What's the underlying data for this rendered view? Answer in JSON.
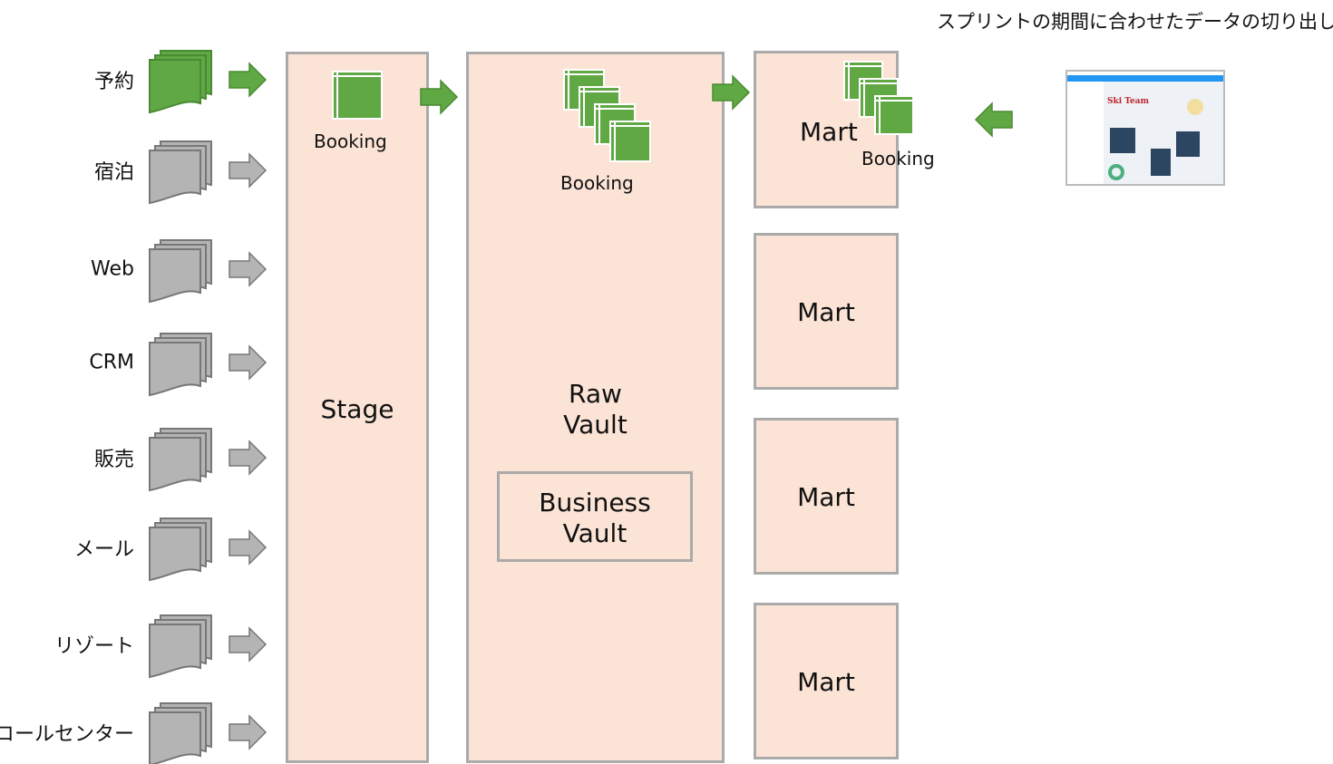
{
  "title": "スプリントの期間に合わせたデータの切り出し",
  "sources": [
    {
      "label": "予約",
      "highlighted": true
    },
    {
      "label": "宿泊",
      "highlighted": false
    },
    {
      "label": "Web",
      "highlighted": false
    },
    {
      "label": "CRM",
      "highlighted": false
    },
    {
      "label": "販売",
      "highlighted": false
    },
    {
      "label": "メール",
      "highlighted": false
    },
    {
      "label": "リゾート",
      "highlighted": false
    },
    {
      "label": "コールセンター",
      "highlighted": false
    }
  ],
  "stage": {
    "label": "Stage",
    "table_label": "Booking"
  },
  "raw_vault": {
    "label": "Raw\nVault",
    "table_label": "Booking"
  },
  "business_vault": {
    "label": "Business\nVault"
  },
  "marts": [
    {
      "label": "Mart",
      "table_label": "Booking"
    },
    {
      "label": "Mart"
    },
    {
      "label": "Mart"
    },
    {
      "label": "Mart"
    }
  ],
  "dashboard_thumbnail": {
    "label": "Ski Team"
  },
  "colors": {
    "highlight": "#5fa843",
    "inactive": "#b4b4b4",
    "layer_fill": "#fbe3d6",
    "border": "#aaaaaa"
  }
}
